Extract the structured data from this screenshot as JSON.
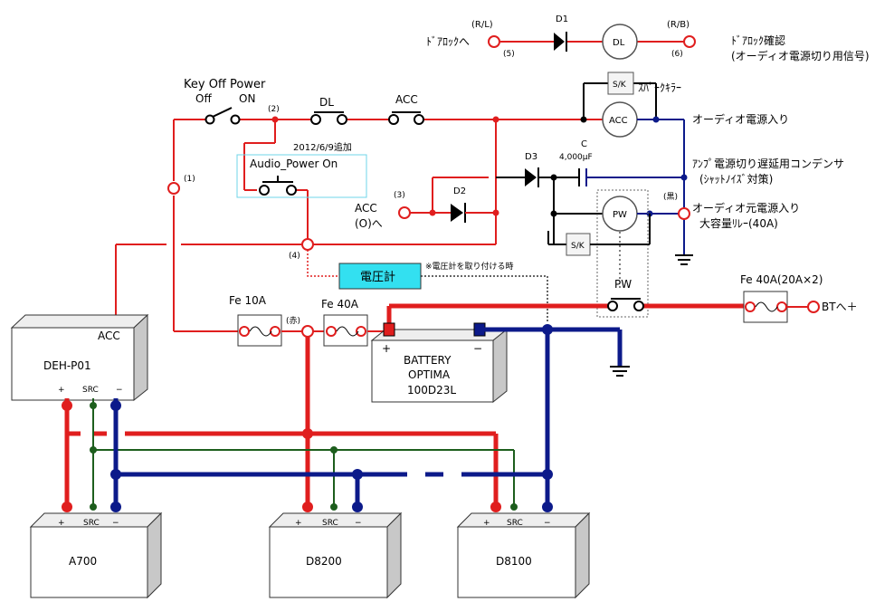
{
  "labels": {
    "door_lock_to": "ﾄﾞｱﾛｯｸへ",
    "rl": "(R/L)",
    "rb": "(R/B)",
    "d1": "D1",
    "dl_circle": "DL",
    "door_lock_confirm": "ﾄﾞｱﾛｯｸ確認",
    "door_lock_confirm_sub": "(オーディオ電源切り用信号)",
    "n5": "(5)",
    "n6": "(6)",
    "key_off_power": "Key Off Power",
    "off": "Off",
    "on": "ON",
    "n2": "(2)",
    "dl_switch": "DL",
    "acc_switch": "ACC",
    "sk_top": "S/K",
    "spark_killer": "ｽﾊﾟｰｸｷﾗｰ",
    "acc_circle": "ACC",
    "audio_power_in": "オーディオ電源入り",
    "added_date": "2012/6/9追加",
    "audio_power_on": "Audio_Power On",
    "n1": "(1)",
    "d3": "D3",
    "c": "C",
    "cap_value": "4,000μF",
    "amp_power_cap": "ｱﾝﾌﾟ電源切り遅延用コンデンサ",
    "amp_power_cap_sub": "(ｼｬｯﾄﾉｲｽﾞ対策)",
    "black": "(黒)",
    "n3": "(3)",
    "d2": "D2",
    "pw_circle": "PW",
    "audio_main_power": "オーディオ元電源入り",
    "big_relay": "大容量ﾘﾚｰ(40A)",
    "acc_o": "ACC",
    "acc_o_sub": "(O)へ",
    "sk_bottom": "S/K",
    "n4": "(4)",
    "voltmeter_note": "※電圧計を取り付ける時",
    "voltmeter": "電圧計",
    "pw_switch": "PW",
    "fe40_2": "Fe 40A(20A×2)",
    "bt_plus": "BTへ＋",
    "fe10": "Fe 10A",
    "fe40": "Fe 40A",
    "red_mark": "(赤)",
    "acc_head": "ACC",
    "deh_p01": "DEH-P01",
    "battery_plus": "+",
    "battery_minus": "−",
    "battery_l1": "BATTERY",
    "battery_l2": "OPTIMA",
    "battery_l3": "100D23L",
    "plus": "+",
    "src": "SRC",
    "minus": "−",
    "a700": "A700",
    "d8200": "D8200",
    "d8100": "D8100"
  },
  "colors": {
    "power_wire": "#e01e1e",
    "ground_wire": "#0c1a8a",
    "signal_wire": "#1d5e1d",
    "voltmeter_fill": "#33e0f0",
    "highlight_box": "#6fd4e8"
  }
}
